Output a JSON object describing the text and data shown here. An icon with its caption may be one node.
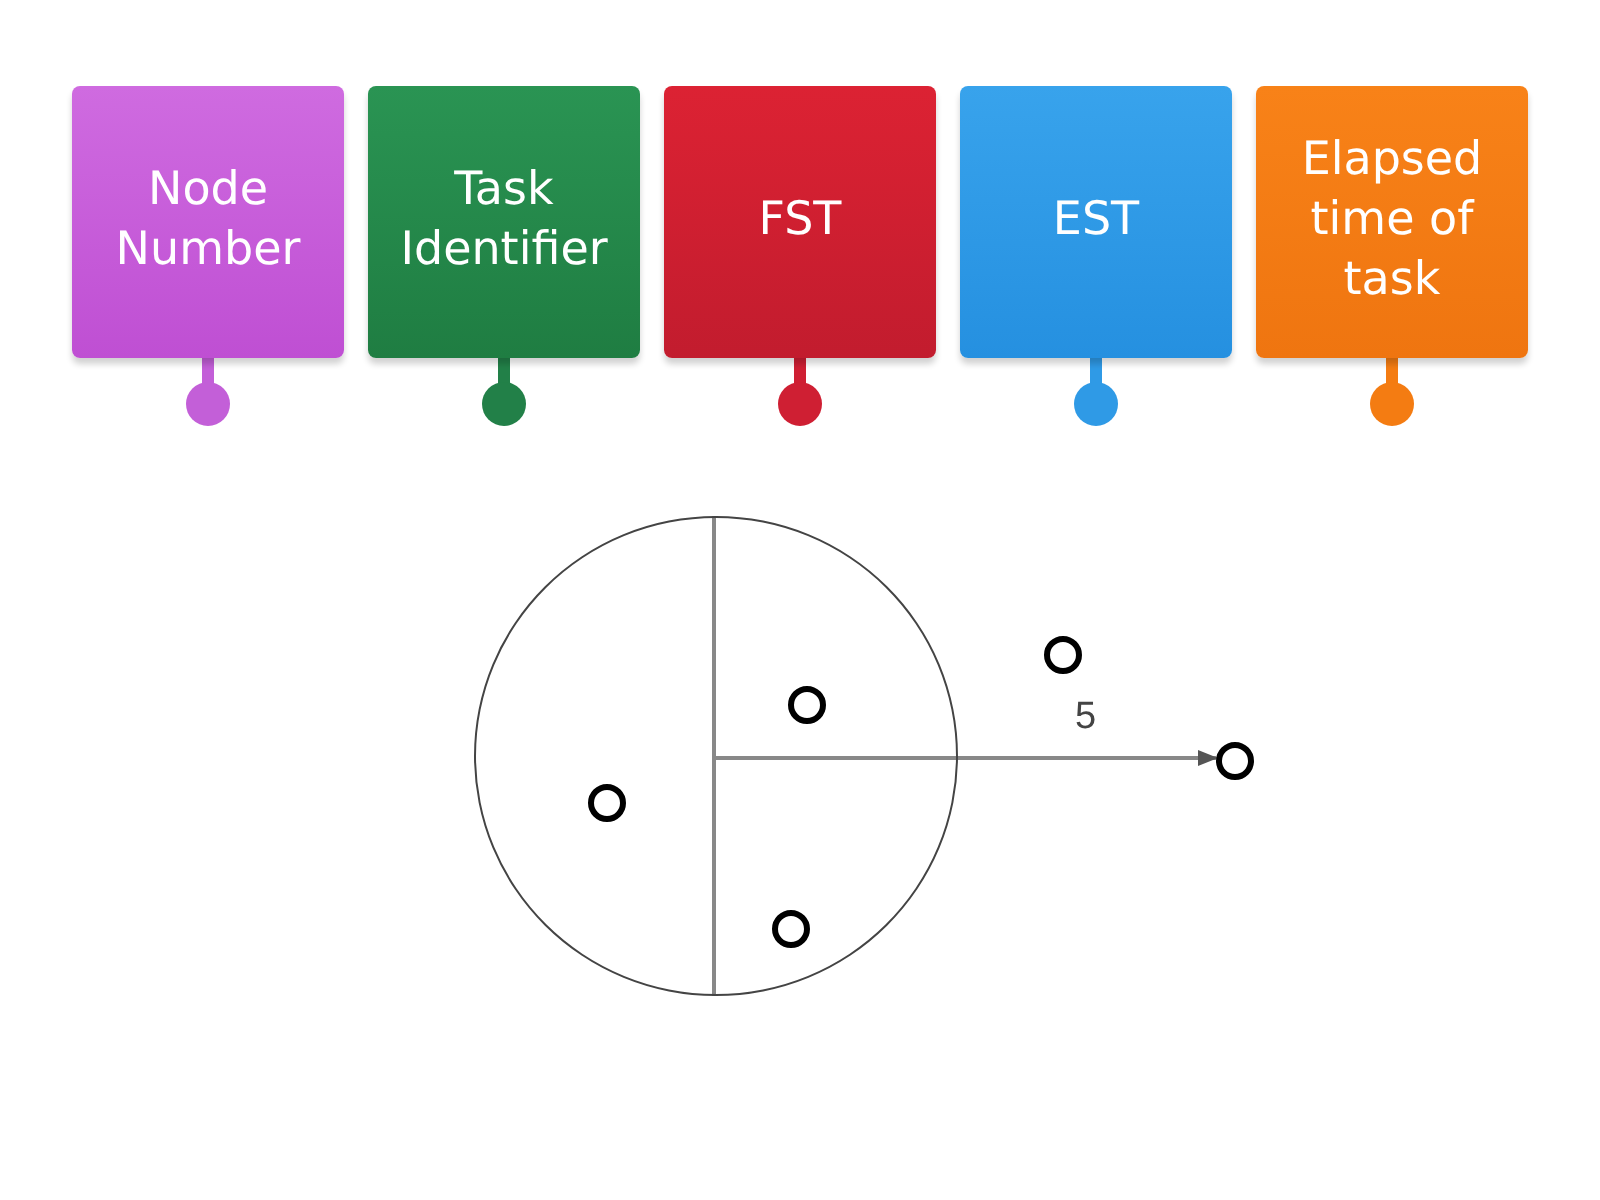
{
  "diagram": {
    "nodes": [
      {
        "text": [
          "Node Number"
        ]
      },
      {
        "text": [
          "Task Identifier"
        ]
      },
      {
        "text": [
          "FST"
        ]
      },
      {
        "text": [
          "EST"
        ]
      },
      {
        "text": [
          "Elapsed time of task"
        ]
      },
      {
        "text": [],
        "shape": "circle"
      },
      {
        "text": [],
        "shape": "circle",
        "in": 5
      },
      {
        "text": [],
        "shape": "circle",
        "in": 5
      },
      {
        "text": [],
        "shape": "circle",
        "in": 5
      },
      {
        "text": [],
        "shape": "circle"
      },
      {
        "text": [],
        "shape": "circle"
      }
    ],
    "edges": [
      {
        "from": 5,
        "to": 10,
        "arrow": "to",
        "label": "5"
      }
    ]
  }
}
